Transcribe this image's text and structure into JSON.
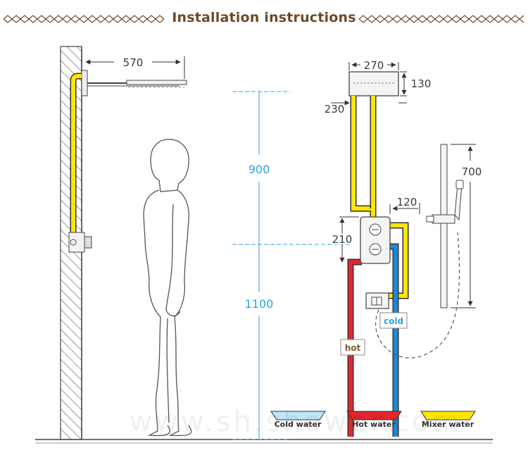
{
  "title": "Installation instructions",
  "dimensions": {
    "d570": "570",
    "d270": "270",
    "d130": "130",
    "d230": "230",
    "d900": "900",
    "d1100": "1100",
    "d120": "120",
    "d210": "210",
    "d700": "700"
  },
  "tags": {
    "hot": "hot",
    "cold": "cold"
  },
  "legend": {
    "cold": "Cold water",
    "hot": "Hot water",
    "mixer": "Mixer water"
  },
  "colors": {
    "title": "#6b4a2a",
    "height_markers": "#2aa6d9",
    "cold_water": "#1e88d8",
    "hot_water": "#e0262e",
    "mixer_water": "#ffe600"
  }
}
